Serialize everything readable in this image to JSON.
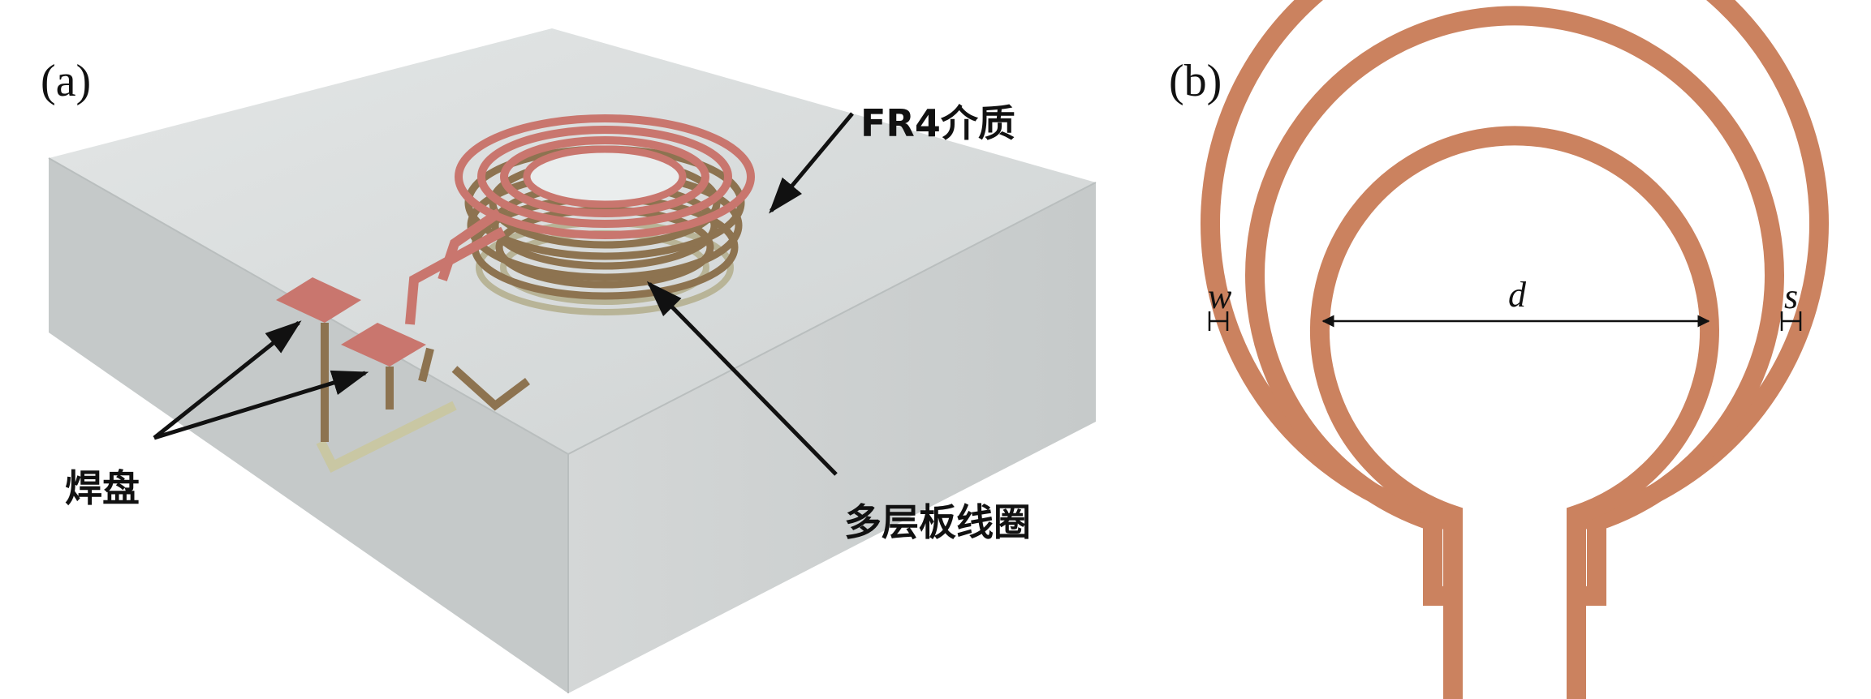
{
  "panels": {
    "a": {
      "label": "(a)",
      "callouts": {
        "substrate": "FR4介质",
        "coil": "多层板线圈",
        "pads": "焊盘"
      }
    },
    "b": {
      "label": "(b)",
      "dimensions": {
        "width": "w",
        "diameter": "d",
        "spacing": "s"
      }
    }
  },
  "colors": {
    "copper": "#cb825f",
    "copper_top": "#c9766e",
    "copper_dark": "#8d7350",
    "substrate": "#d6d9d9",
    "arrow": "#111111"
  }
}
